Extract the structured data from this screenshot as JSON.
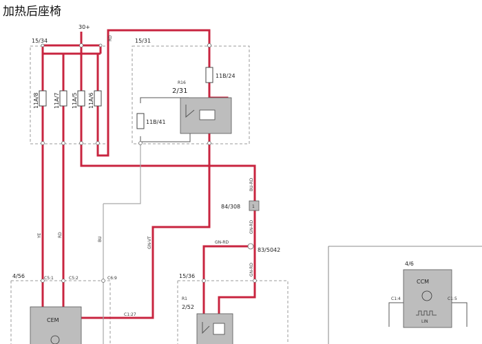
{
  "page": {
    "title": "加热后座椅"
  },
  "supply": {
    "label": "30+"
  },
  "wire_colors": {
    "rd": "RD",
    "ye": "YE",
    "bu": "BU",
    "gn_vt": "GN-VT",
    "bu_rd": "BU-RD",
    "gn_rd": "GN-RD"
  },
  "components": {
    "fusebox_1": {
      "id": "15/34"
    },
    "fusebox_2": {
      "id": "15/31"
    },
    "fuse_a8": {
      "id": "11A/8"
    },
    "fuse_a7": {
      "id": "11A/7"
    },
    "fuse_a5": {
      "id": "11A/5"
    },
    "fuse_a6": {
      "id": "11A/6"
    },
    "fuse_b24": {
      "id": "11B/24"
    },
    "fuse_b41": {
      "id": "11B/41"
    },
    "relay_r16": {
      "tag": "R16",
      "id": "2/31"
    },
    "relay_r1": {
      "tag": "R1",
      "id": "2/52"
    },
    "connector_84": {
      "id": "84/308",
      "pin": "1"
    },
    "splice_83": {
      "id": "83/5042"
    },
    "cem_module": {
      "id": "4/56",
      "name": "CEM"
    },
    "ccm_module": {
      "id": "4/6",
      "name": "CCM",
      "lin": "LIN"
    },
    "relay_box": {
      "id": "15/36"
    }
  },
  "pins": {
    "cem_c5_1": "C5:1",
    "cem_c5_2": "C5:2",
    "cem_c6_9": "C6:9",
    "cem_c1_27": "C1:27",
    "ccm_c1_4": "C1:4",
    "ccm_c1_5": "C1:5"
  },
  "colors": {
    "wire_red": "#c8243f",
    "wire_gray": "#a6a6a6",
    "module_fill": "#bdbdbd"
  }
}
